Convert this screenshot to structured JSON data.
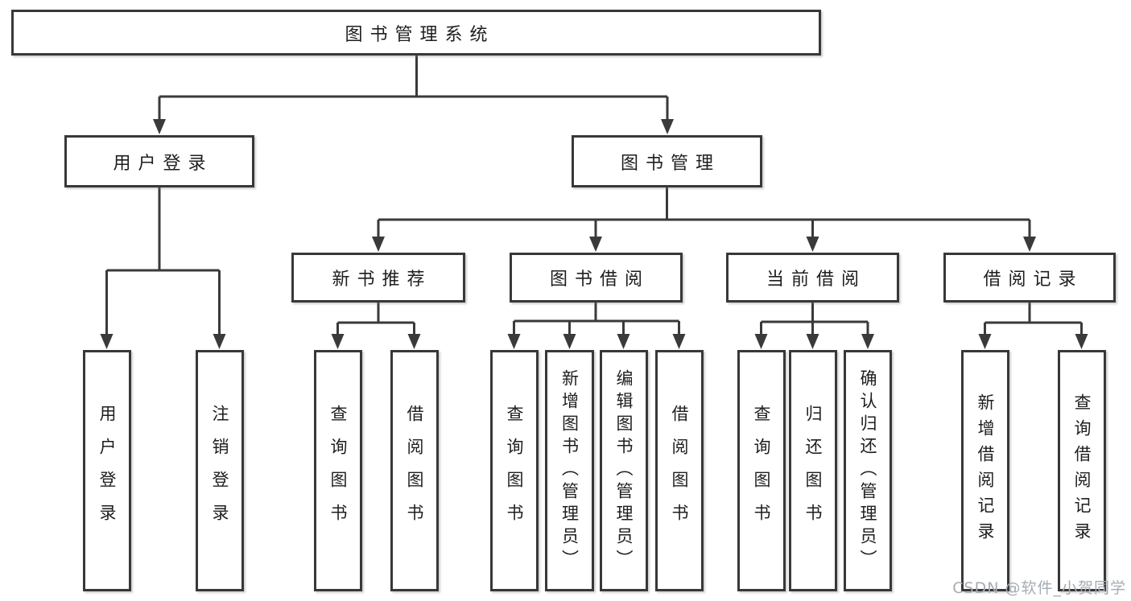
{
  "diagram": {
    "tree": {
      "label": "图书管理系统",
      "children": [
        {
          "label": "用户登录",
          "children": [
            {
              "label": "用户登录"
            },
            {
              "label": "注销登录"
            }
          ]
        },
        {
          "label": "图书管理",
          "children": [
            {
              "label": "新书推荐",
              "children": [
                {
                  "label": "查询图书"
                },
                {
                  "label": "借阅图书"
                }
              ]
            },
            {
              "label": "图书借阅",
              "children": [
                {
                  "label": "查询图书"
                },
                {
                  "label": "新增图书（管理员）"
                },
                {
                  "label": "编辑图书（管理员）"
                },
                {
                  "label": "借阅图书"
                }
              ]
            },
            {
              "label": "当前借阅",
              "children": [
                {
                  "label": "查询图书"
                },
                {
                  "label": "归还图书"
                },
                {
                  "label": "确认归还（管理员）"
                }
              ]
            },
            {
              "label": "借阅记录",
              "children": [
                {
                  "label": "新增借阅记录"
                },
                {
                  "label": "查询借阅记录"
                }
              ]
            }
          ]
        }
      ]
    },
    "colors": {
      "box_border": "#383838",
      "connector": "#3a3a3a",
      "text": "#1e1e1e",
      "background": "#ffffff",
      "watermark": "#a6acb4"
    }
  },
  "watermark": {
    "text": "CSDN @软件_小贺同学"
  }
}
